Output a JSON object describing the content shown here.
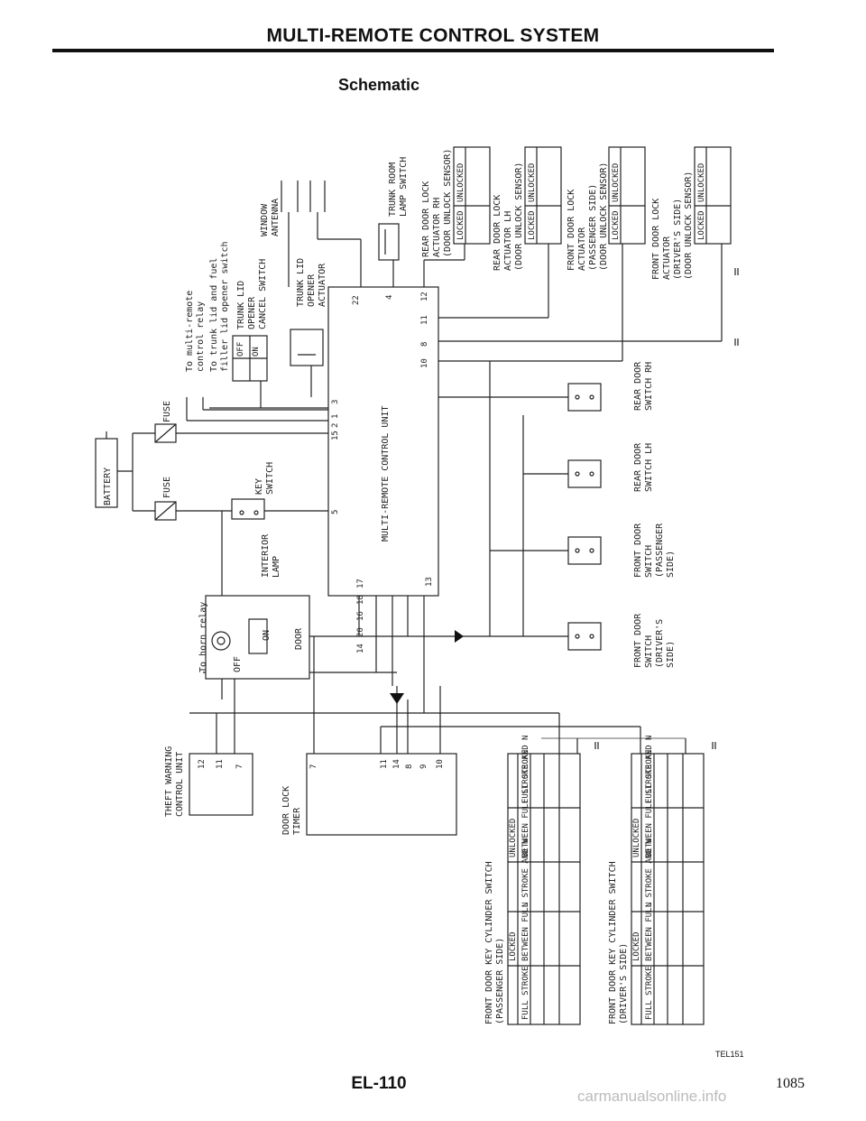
{
  "header": {
    "title": "MULTI-REMOTE CONTROL SYSTEM",
    "subtitle": "Schematic"
  },
  "components": {
    "battery": "BATTERY",
    "fuse1": "FUSE",
    "fuse2": "FUSE",
    "key_switch": [
      "KEY",
      "SWITCH"
    ],
    "interior_lamp": [
      "INTERIOR",
      "LAMP"
    ],
    "lamp_positions": [
      "OFF",
      "ON",
      "DOOR"
    ],
    "horn_relay": "To horn relay",
    "multi_remote_relay": [
      "To multi-remote",
      "control relay"
    ],
    "fuel_switch": [
      "To trunk lid and fuel",
      "filler lid opener switch"
    ],
    "trunk_cancel_switch": [
      "TRUNK LID",
      "OPENER",
      "CANCEL SWITCH"
    ],
    "cancel_states": [
      "OFF",
      "ON"
    ],
    "trunk_opener_actuator": [
      "TRUNK LID",
      "OPENER",
      "ACTUATOR"
    ],
    "window_antenna": [
      "WINDOW",
      "ANTENNA"
    ],
    "trunk_room_switch": [
      "TRUNK ROOM",
      "LAMP SWITCH"
    ],
    "control_unit": "MULTI-REMOTE CONTROL UNIT",
    "rear_rh_actuator": [
      "REAR DOOR LOCK",
      "ACTUATOR RH",
      "(DOOR UNLOCK SENSOR)"
    ],
    "rear_lh_actuator": [
      "REAR DOOR LOCK",
      "ACTUATOR LH",
      "(DOOR UNLOCK SENSOR)"
    ],
    "front_pass_actuator": [
      "FRONT DOOR LOCK",
      "ACTUATOR",
      "(PASSENGER SIDE)",
      "(DOOR UNLOCK SENSOR)"
    ],
    "front_drv_actuator": [
      "FRONT DOOR LOCK",
      "ACTUATOR",
      "(DRIVER'S SIDE)",
      "(DOOR UNLOCK SENSOR)"
    ],
    "sensor_states": [
      "LOCKED",
      "UNLOCKED"
    ],
    "rear_rh_switch": [
      "REAR DOOR",
      "SWITCH RH"
    ],
    "rear_lh_switch": [
      "REAR DOOR",
      "SWITCH LH"
    ],
    "front_pass_switch": [
      "FRONT DOOR",
      "SWITCH",
      "(PASSENGER",
      "SIDE)"
    ],
    "front_drv_switch": [
      "FRONT DOOR",
      "SWITCH",
      "(DRIVER'S",
      "SIDE)"
    ],
    "theft_unit": [
      "THEFT WARNING",
      "CONTROL UNIT"
    ],
    "door_lock_timer": [
      "DOOR LOCK",
      "TIMER"
    ],
    "pass_cyl_switch": [
      "FRONT DOOR KEY CYLINDER SWITCH",
      "(PASSENGER SIDE)"
    ],
    "drv_cyl_switch": [
      "FRONT DOOR KEY CYLINDER SWITCH",
      "(DRIVER'S SIDE)"
    ],
    "cyl_headers": [
      "LOCKED",
      "UNLOCKED"
    ],
    "cyl_cols": [
      "FULL STROKE",
      "BETWEEN FULL STROKE AND N",
      "N",
      "BETWEEN FULL STROKE AND N",
      "FULL STROKE"
    ]
  },
  "unit_pins": {
    "top": [
      "22",
      "4",
      "12",
      "11",
      "8",
      "10"
    ],
    "left": [
      "3",
      "1",
      "2",
      "15",
      "5"
    ],
    "bottom": [
      "17",
      "18",
      "16",
      "20",
      "14",
      "13"
    ],
    "theft_pins": [
      "12",
      "11",
      "7"
    ],
    "timer_pins": [
      "7",
      "11",
      "14",
      "8",
      "9",
      "10"
    ]
  },
  "footer": {
    "code": "TEL151",
    "page": "EL-110",
    "page_right": "1085",
    "watermark": "carmanualsonline.info"
  }
}
